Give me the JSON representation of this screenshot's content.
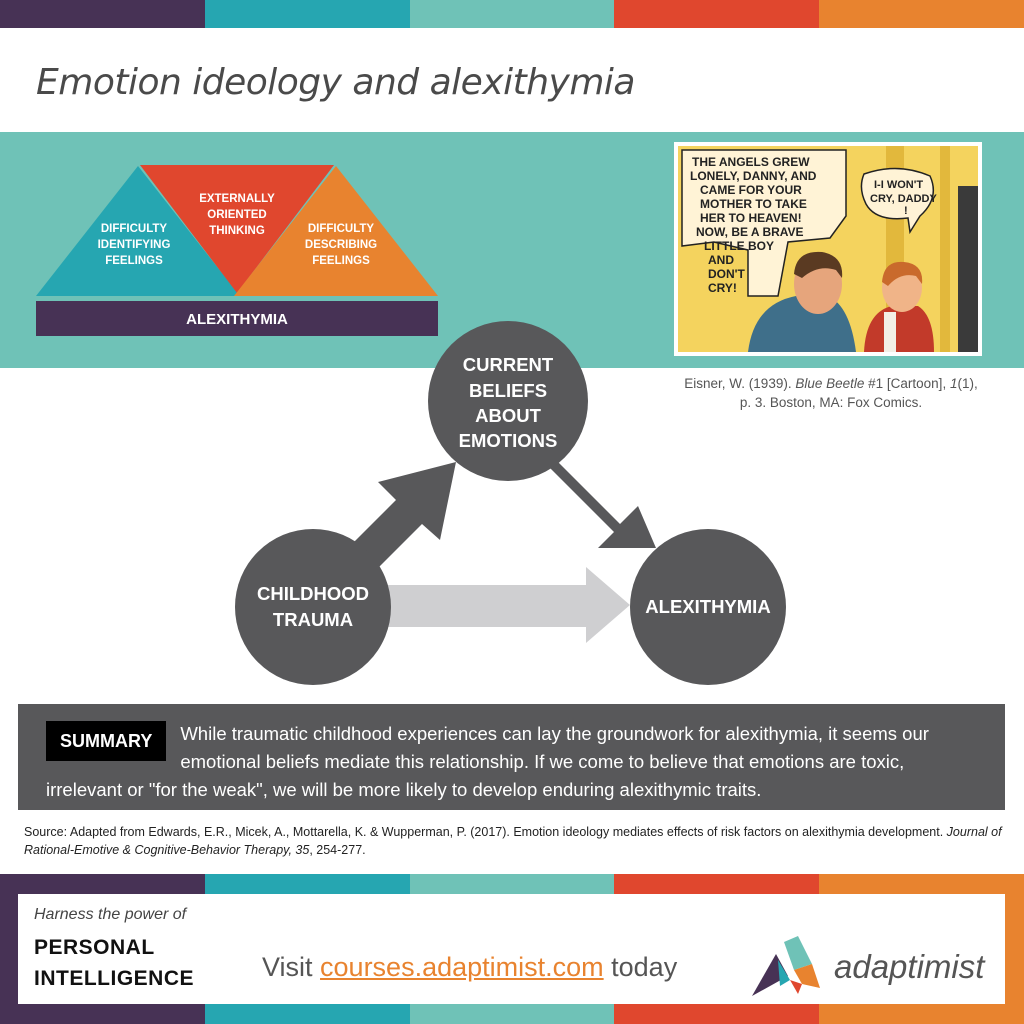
{
  "colors": {
    "purple": "#473255",
    "teal": "#26a6b1",
    "light_teal": "#6fc2b7",
    "red": "#e0472e",
    "orange": "#e8832f",
    "dark_gray": "#58585a",
    "light_gray": "#cfcfd1",
    "white": "#ffffff"
  },
  "title": "Emotion ideology and alexithymia",
  "pyramid": {
    "left": [
      "DIFFICULTY",
      "IDENTIFYING",
      "FEELINGS"
    ],
    "center": [
      "EXTERNALLY",
      "ORIENTED",
      "THINKING"
    ],
    "right": [
      "DIFFICULTY",
      "DESCRIBING",
      "FEELINGS"
    ],
    "base": "ALEXITHYMIA"
  },
  "comic": {
    "bubble_adult": [
      "THE ANGELS GREW",
      "LONELY, DANNY, AND",
      "CAME FOR YOUR",
      "MOTHER TO TAKE",
      "HER TO HEAVEN!",
      "NOW, BE A BRAVE",
      "LITTLE BOY",
      "AND",
      "DON'T",
      "CRY!"
    ],
    "bubble_child": [
      "I-I WON'T",
      "CRY, DADDY",
      "!"
    ],
    "credit_part1": "Eisner, W. (1939). ",
    "credit_italic1": "Blue Beetle",
    "credit_part2": " #1 [Cartoon], ",
    "credit_italic2": "1",
    "credit_part3": "(1),",
    "credit_line2": "p. 3. Boston, MA: Fox Comics."
  },
  "flow": {
    "top_node": [
      "CURRENT",
      "BELIEFS",
      "ABOUT",
      "EMOTIONS"
    ],
    "left_node": [
      "CHILDHOOD",
      "TRAUMA"
    ],
    "right_node": [
      "ALEXITHYMIA"
    ]
  },
  "summary": {
    "label": "SUMMARY",
    "text": "While traumatic childhood experiences can lay the groundwork for alexithymia, it seems our emotional beliefs mediate this relationship. If we come to believe that emotions are toxic, irrelevant or \"for the weak\", we will be more likely to develop enduring alexithymic traits."
  },
  "source": {
    "part1": "Source: Adapted from Edwards, E.R., Micek, A., Mottarella, K. & Wupperman, P. (2017). Emotion ideology mediates effects of risk factors on alexithymia development. ",
    "journal": "Journal of Rational-Emotive & Cognitive-Behavior Therapy, 35",
    "part2": ", 254-277."
  },
  "footer": {
    "tagline": "Harness the power of",
    "brand_line1": "PERSONAL",
    "brand_line2": "INTELLIGENCE",
    "visit_prefix": "Visit ",
    "visit_link": "courses.adaptimist.com",
    "visit_suffix": " today",
    "logo_text": "adaptimist",
    "logo_icon": "adaptimist-logo-icon"
  }
}
